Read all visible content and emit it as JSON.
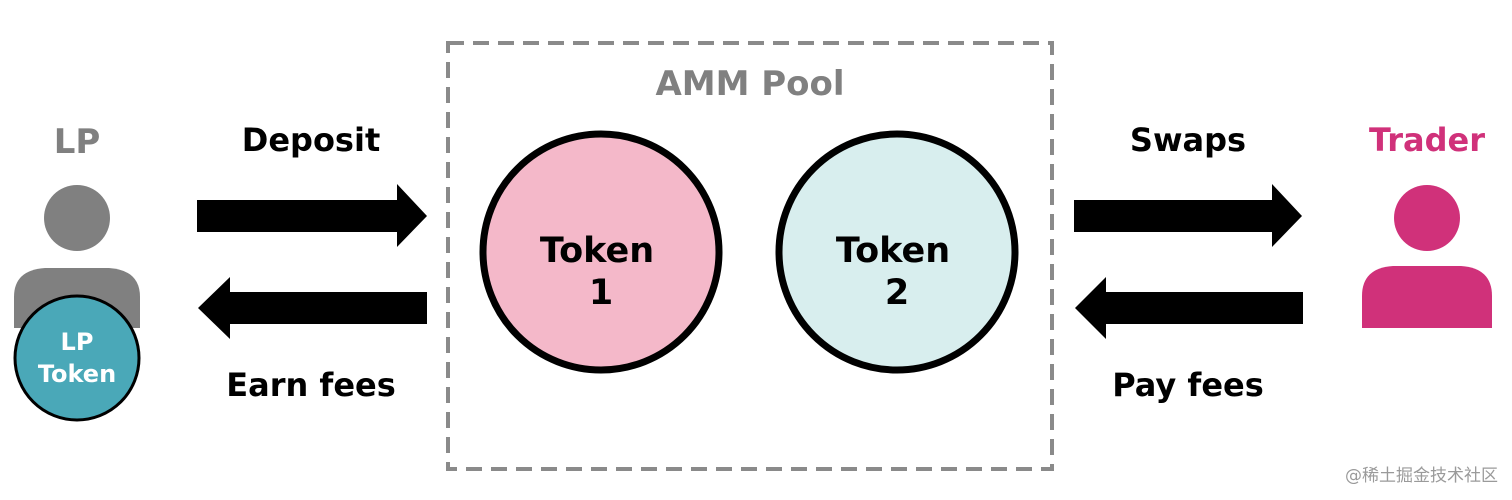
{
  "pool": {
    "title": "AMM Pool",
    "token1": {
      "line1": "Token",
      "line2": "1"
    },
    "token2": {
      "line1": "Token",
      "line2": "2"
    }
  },
  "lp": {
    "label": "LP",
    "token_badge": {
      "line1": "LP",
      "line2": "Token"
    }
  },
  "trader": {
    "label": "Trader"
  },
  "flows": {
    "deposit": "Deposit",
    "earn_fees": "Earn fees",
    "swaps": "Swaps",
    "pay_fees": "Pay fees"
  },
  "watermark": "@稀土掘金技术社区",
  "colors": {
    "lp_gray": "#808080",
    "trader_pink": "#d0317a",
    "token1_fill": "#f4b8c9",
    "token2_fill": "#d8eeee",
    "lp_token_fill": "#4aa8b8",
    "pool_border": "#8a8a8a",
    "arrow": "#000000"
  },
  "icons": [
    "user-icon-lp",
    "user-icon-trader",
    "arrow-right",
    "arrow-left"
  ]
}
